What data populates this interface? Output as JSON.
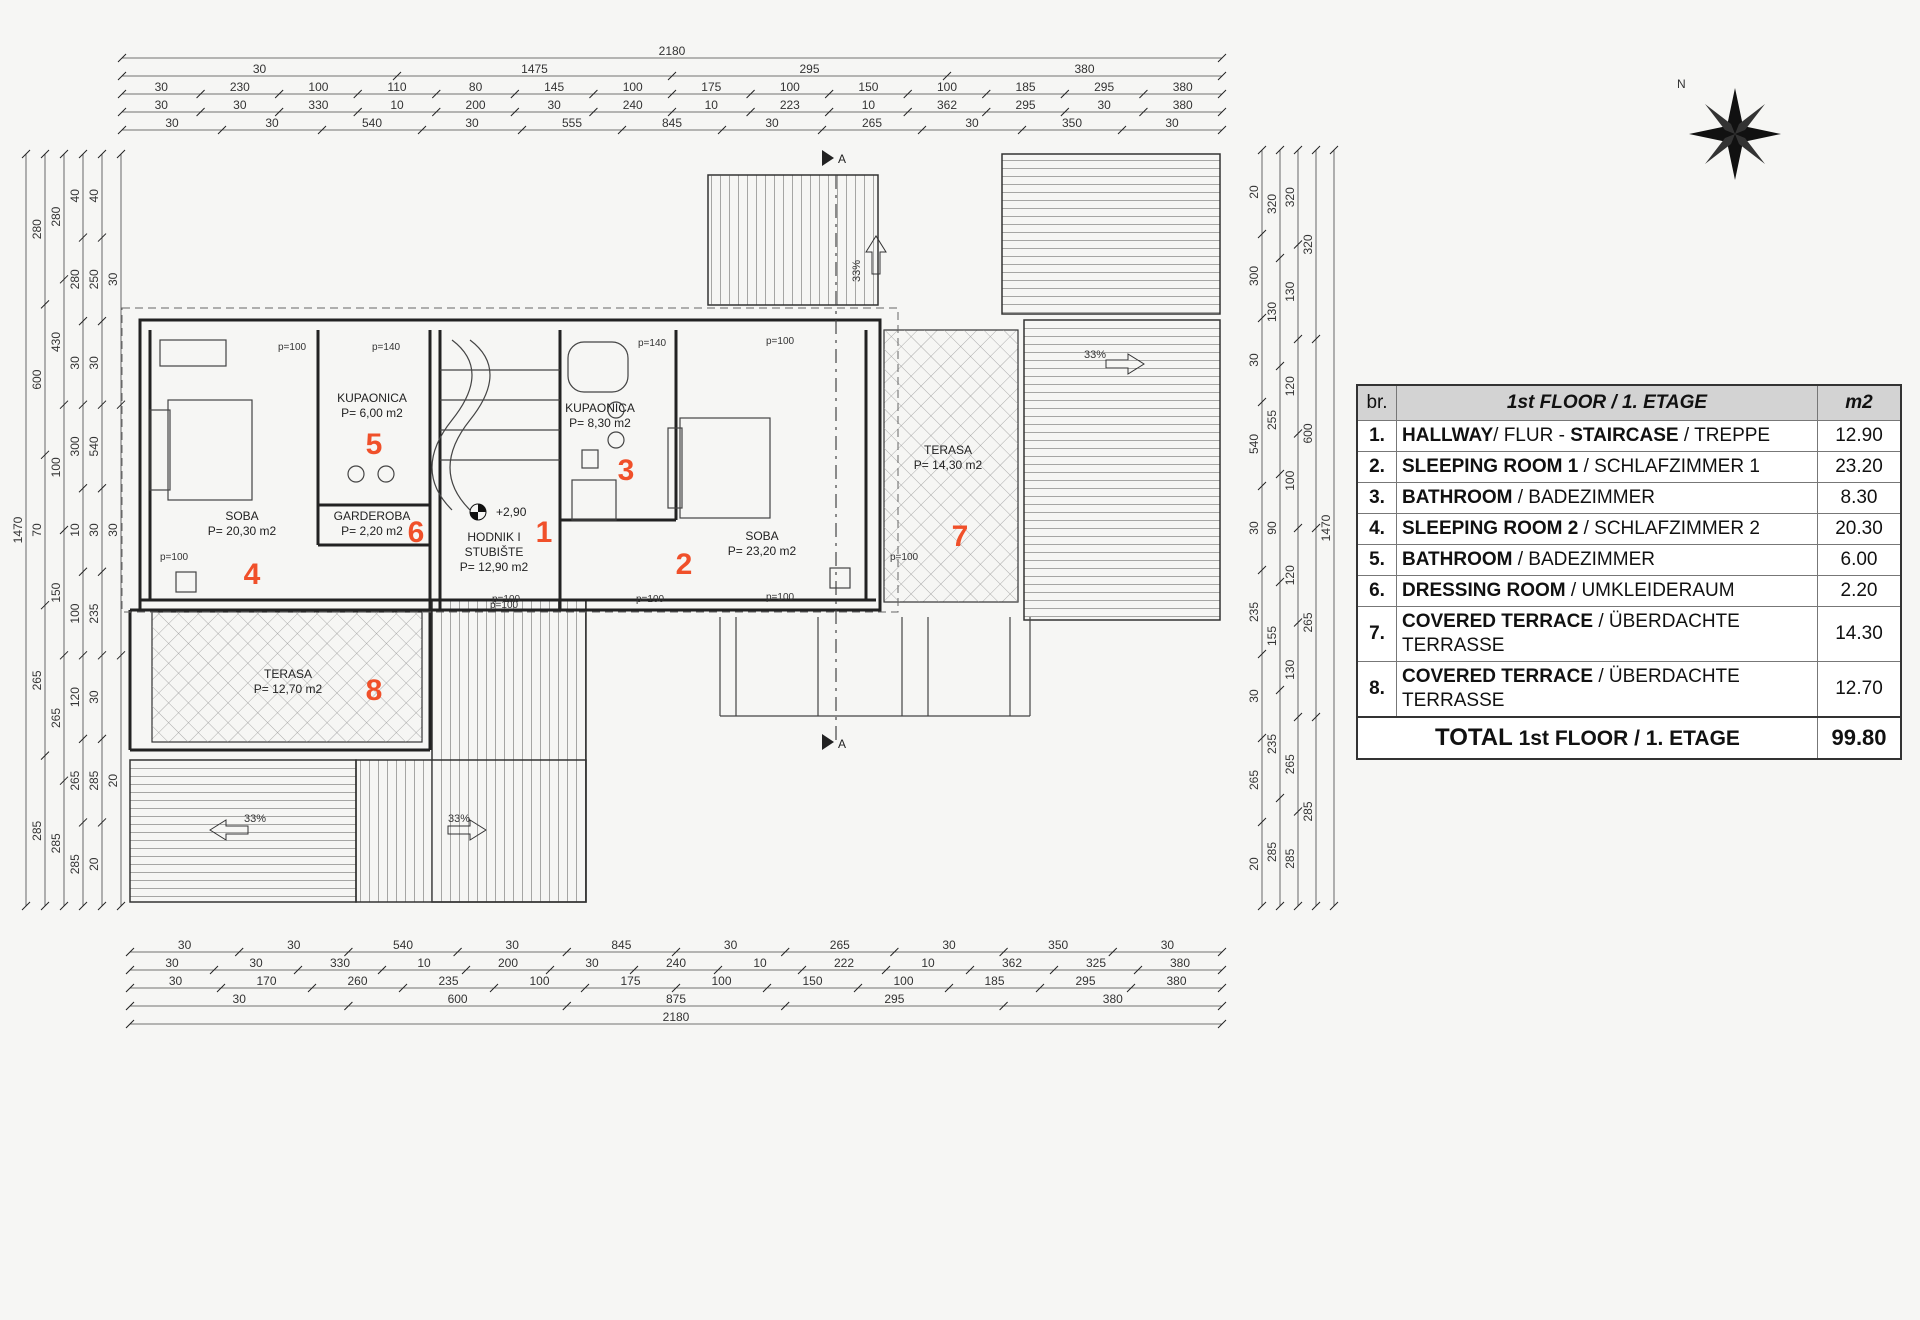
{
  "dim_rows_top": [
    [
      "2180"
    ],
    [
      "30",
      "1475",
      "295",
      "380"
    ],
    [
      "30",
      "230",
      "100",
      "110",
      "80",
      "145",
      "100",
      "175",
      "100",
      "150",
      "100",
      "185",
      "295",
      "380"
    ],
    [
      "30",
      "30",
      "330",
      "10",
      "200",
      "30",
      "240",
      "10",
      "223",
      "10",
      "362",
      "295",
      "30",
      "380"
    ],
    [
      "30",
      "30",
      "540",
      "30",
      "555",
      "845",
      "30",
      "265",
      "30",
      "350",
      "30"
    ]
  ],
  "dim_rows_bottom": [
    [
      "30",
      "30",
      "540",
      "30",
      "845",
      "30",
      "265",
      "30",
      "350",
      "30"
    ],
    [
      "30",
      "30",
      "330",
      "10",
      "200",
      "30",
      "240",
      "10",
      "222",
      "10",
      "362",
      "325",
      "380"
    ],
    [
      "30",
      "170",
      "260",
      "235",
      "100",
      "175",
      "100",
      "150",
      "100",
      "185",
      "295",
      "380"
    ],
    [
      "30",
      "600",
      "875",
      "295",
      "380"
    ],
    [
      "2180"
    ]
  ],
  "dim_cols_left": [
    [
      "1470"
    ],
    [
      "280",
      "600",
      "70",
      "265",
      "285"
    ],
    [
      "280",
      "430",
      "100",
      "150",
      "265",
      "285"
    ],
    [
      "40",
      "280",
      "30",
      "300",
      "10",
      "100",
      "120",
      "265",
      "285"
    ],
    [
      "40",
      "250",
      "30",
      "540",
      "30",
      "235",
      "30",
      "285",
      "20"
    ],
    [
      "30",
      "30",
      "20"
    ]
  ],
  "dim_cols_right": [
    [
      "20",
      "300",
      "30",
      "540",
      "30",
      "235",
      "30",
      "265",
      "20"
    ],
    [
      "320",
      "130",
      "255",
      "90",
      "155",
      "235",
      "285"
    ],
    [
      "320",
      "130",
      "120",
      "100",
      "120",
      "130",
      "265",
      "285"
    ],
    [
      "320",
      "600",
      "265",
      "285"
    ],
    [
      "1470"
    ]
  ],
  "room_labels": [
    {
      "no": "1",
      "name": "HODNIK I",
      "name2": "STUBIŠTE",
      "area": "P= 12,90 m2"
    },
    {
      "no": "2",
      "name": "SOBA",
      "area": "P= 23,20 m2"
    },
    {
      "no": "3",
      "name": "KUPAONICA",
      "area": "P= 8,30 m2"
    },
    {
      "no": "4",
      "name": "SOBA",
      "area": "P= 20,30 m2"
    },
    {
      "no": "5",
      "name": "KUPAONICA",
      "area": "P= 6,00 m2"
    },
    {
      "no": "6",
      "name": "GARDEROBA",
      "area": "P= 2,20 m2"
    },
    {
      "no": "7",
      "name": "TERASA",
      "area": "P= 14,30 m2"
    },
    {
      "no": "8",
      "name": "TERASA",
      "area": "P= 12,70 m2"
    }
  ],
  "level_mark": "+2,90",
  "section_label": "A",
  "slope": "33%",
  "window_tags": [
    "p=100",
    "p=140",
    "p=140",
    "p=100",
    "p=100",
    "p=100",
    "p=100",
    "p=100",
    "p=100",
    "p=100"
  ],
  "schedule": {
    "headers": {
      "no": "br.",
      "title": "1st FLOOR / 1. ETAGE",
      "unit": "m2"
    },
    "rows": [
      {
        "no": "1.",
        "a": "HALLWAY",
        "b": "/ FLUR - ",
        "c": "STAIRCASE",
        "d": " / TREPPE",
        "value": "12.90"
      },
      {
        "no": "2.",
        "a": "SLEEPING ROOM 1",
        "b": "  / SCHLAFZIMMER 1",
        "c": "",
        "d": "",
        "value": "23.20"
      },
      {
        "no": "3.",
        "a": "BATHROOM",
        "b": " / BADEZIMMER",
        "c": "",
        "d": "",
        "value": "8.30"
      },
      {
        "no": "4.",
        "a": "SLEEPING ROOM  2",
        "b": " / SCHLAFZIMMER 2",
        "c": "",
        "d": "",
        "value": "20.30"
      },
      {
        "no": "5.",
        "a": "BATHROOM",
        "b": " / BADEZIMMER",
        "c": "",
        "d": "",
        "value": "6.00"
      },
      {
        "no": "6.",
        "a": "DRESSING ROOM",
        "b": " / UMKLEIDERAUM",
        "c": "",
        "d": "",
        "value": "2.20"
      },
      {
        "no": "7.",
        "a": "COVERED TERRACE",
        "b": " / ÜBERDACHTE",
        "c": "",
        "d": "TERRASSE",
        "value": "14.30"
      },
      {
        "no": "8.",
        "a": "COVERED TERRACE",
        "b": " / ÜBERDACHTE",
        "c": "",
        "d": "TERRASSE",
        "value": "12.70"
      }
    ],
    "total": {
      "label_a": "TOTAL",
      "label_b": " 1st FLOOR / 1. ETAGE",
      "value": "99.80"
    }
  },
  "colors": {
    "accent_numbers": "#f0502a",
    "lines": "#333333",
    "table_header": "#d3d3d3"
  }
}
